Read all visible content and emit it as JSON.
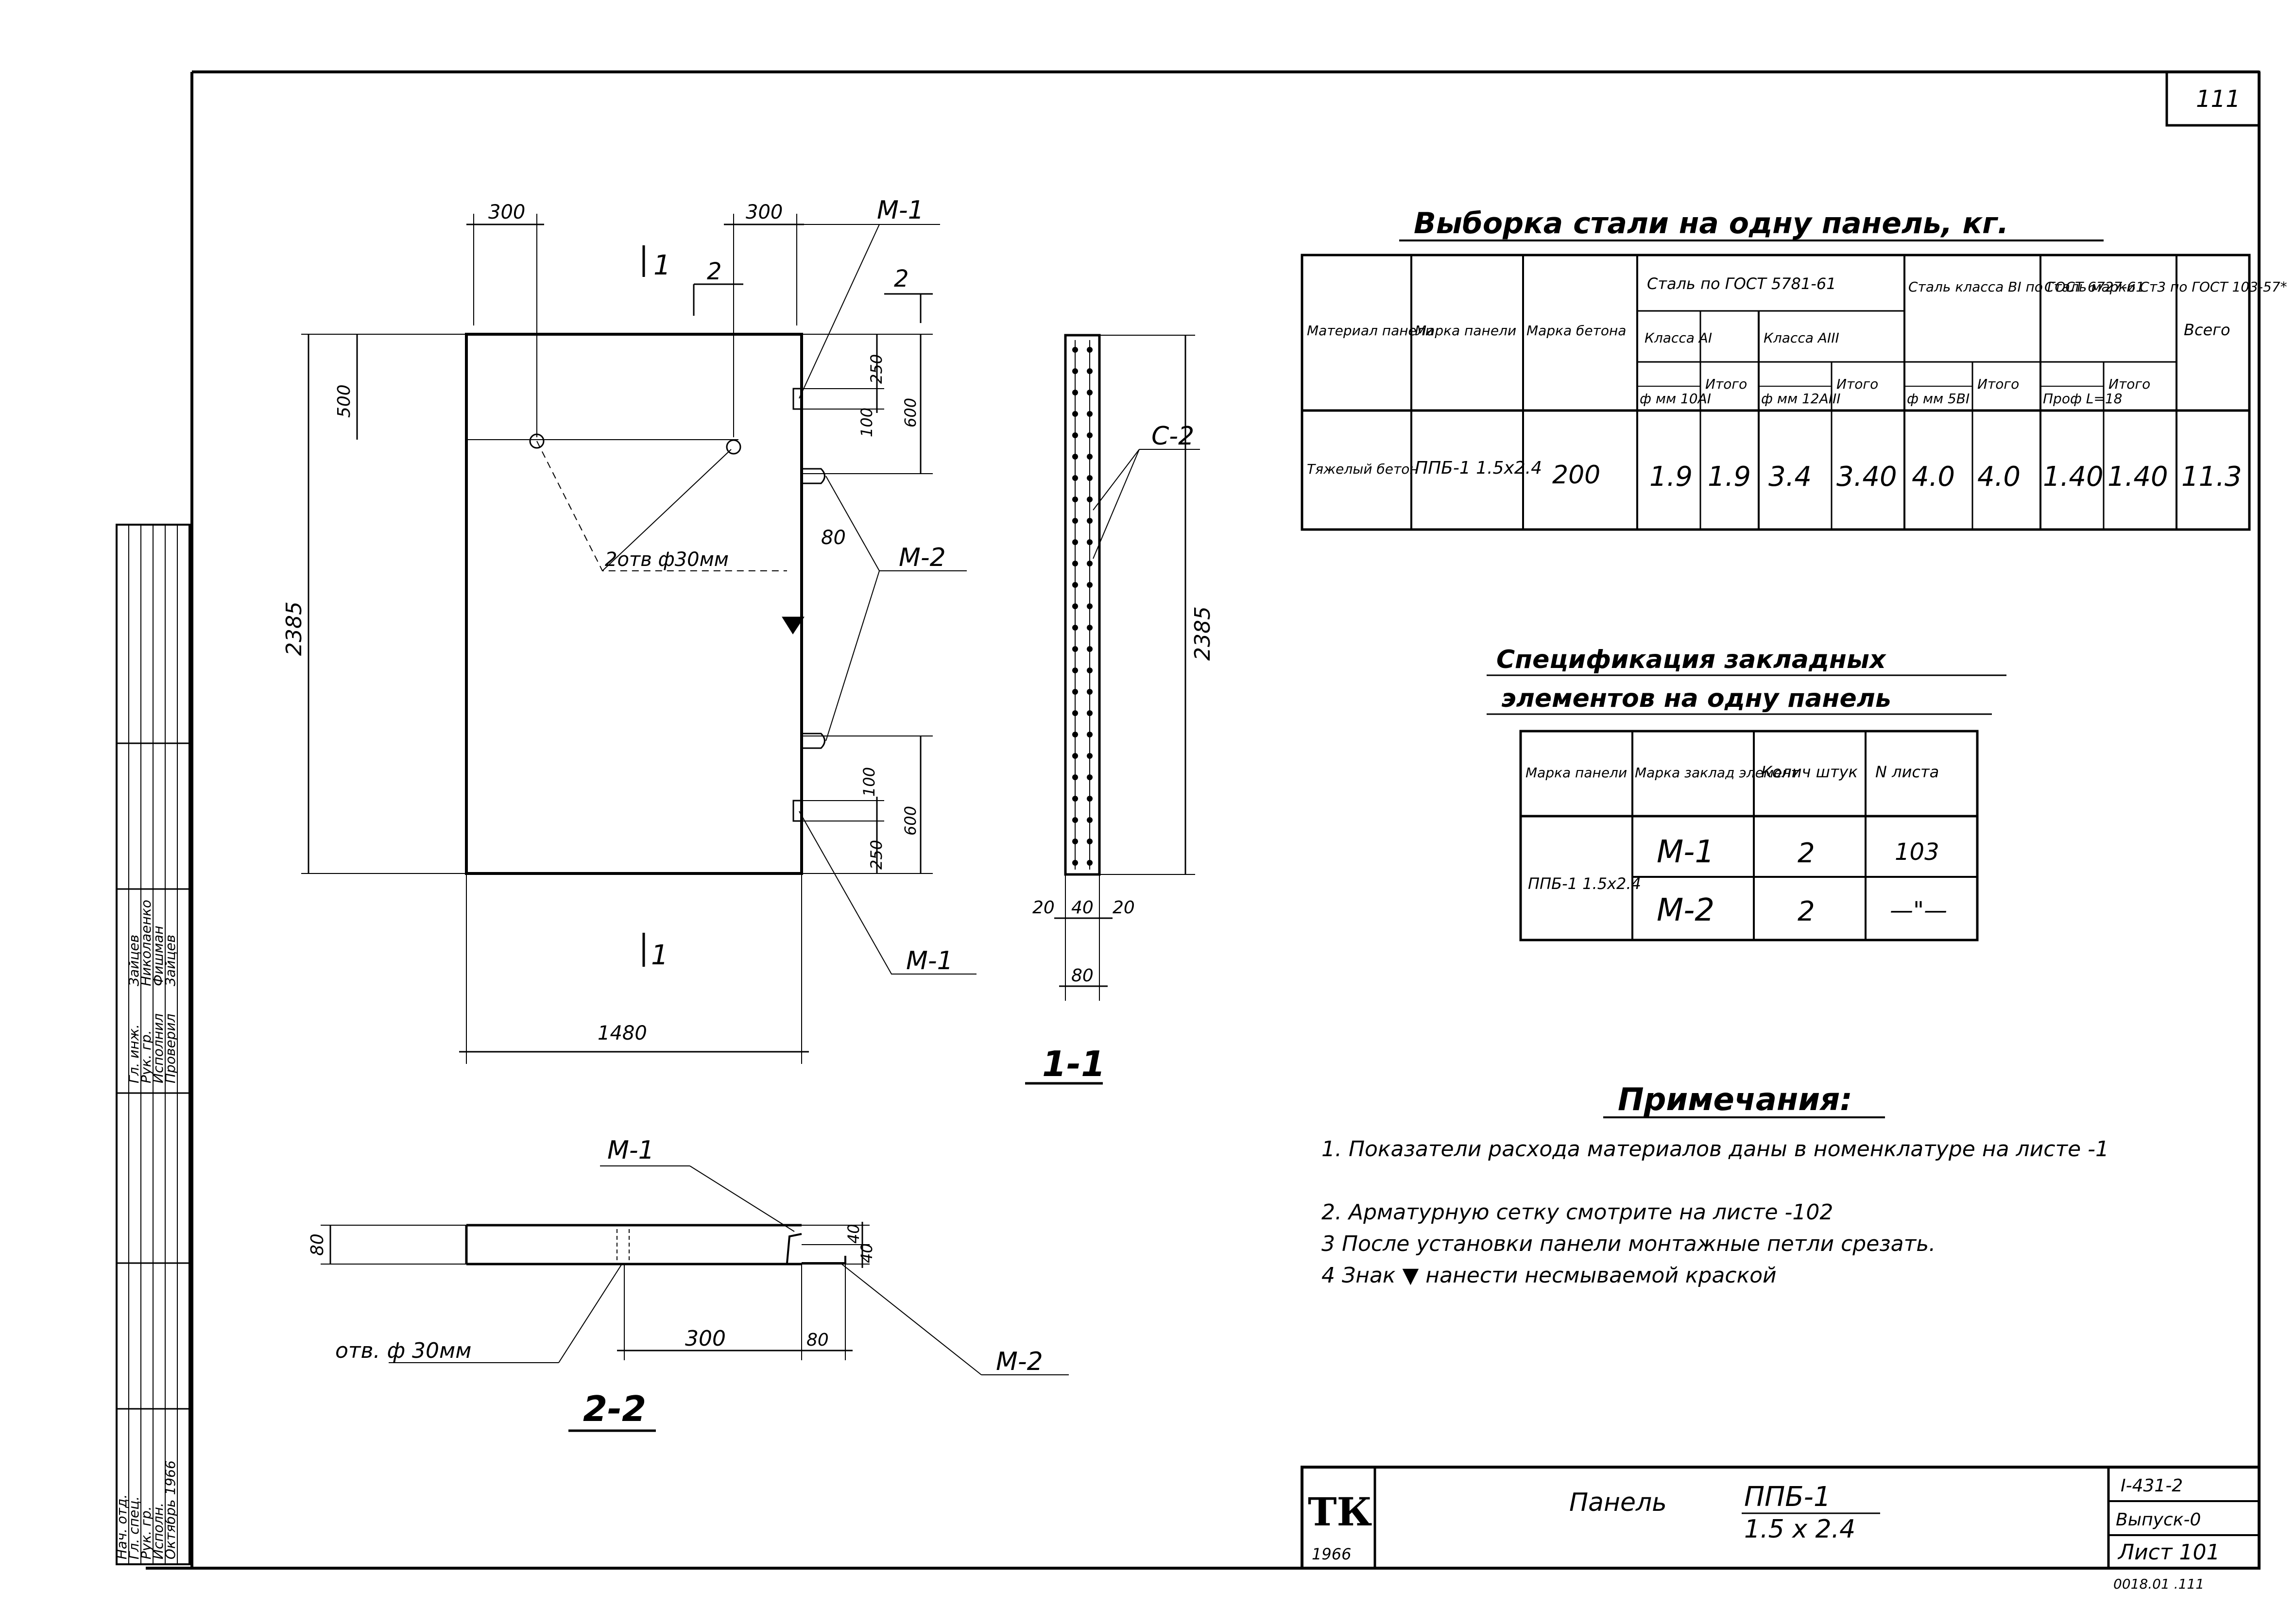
{
  "sheet_number_corner": "111",
  "left_view": {
    "dim_top_left": "300",
    "dim_top_right": "300",
    "mark_m1_top": "М-1",
    "section_mark_top": "1",
    "arrow_2_left": "2",
    "arrow_2_right": "2",
    "dim_500": "500",
    "dim_2385": "2385",
    "dim_600_top": "600",
    "dim_100_top": "100",
    "dim_250_top": "250",
    "holes_label": "2отв ф30мм",
    "dim_80": "80",
    "mark_m2": "М-2",
    "dim_100_bottom": "100",
    "dim_250_bottom": "250",
    "dim_600_bottom": "600",
    "section_mark_bottom": "1",
    "mark_m1_bottom": "М-1",
    "dim_1480": "1480"
  },
  "section_1_1": {
    "mark_c2": "С-2",
    "dim_2385": "2385",
    "dim_20_left": "20",
    "dim_40": "40",
    "dim_20_right": "20",
    "dim_80": "80",
    "title": "1-1"
  },
  "section_2_2": {
    "mark_m1": "М-1",
    "dim_80_left": "80",
    "dim_40_top": "40",
    "dim_40_bottom": "40",
    "hole_label": "отв. ф 30мм",
    "dim_300": "300",
    "dim_80_right": "80",
    "mark_m2": "М-2",
    "title": "2-2"
  },
  "steel_table": {
    "title": "Выборка стали на одну панель, кг.",
    "headers": {
      "material": "Материал панели",
      "panel_mark": "Марка панели",
      "concrete_mark": "Марка бетона",
      "steel_gost": "Сталь по ГОСТ 5781-61",
      "class_a1": "Класса АI",
      "class_a3": "Класса АIII",
      "steel_b1": "Сталь класса ВI по ГОСТ 6727-61",
      "steel_ct3": "Сталь марки Ст3 по ГОСТ 103-57*",
      "total": "Всего",
      "d_a1": "ф мм 10АI",
      "itogo1": "Итого",
      "d_a3": "ф мм 12АIII",
      "itogo2": "Итого",
      "d_b1": "ф мм 5ВI",
      "itogo3": "Итого",
      "prof": "Проф L=18",
      "itogo4": "Итого"
    },
    "row": {
      "material": "Тяжелый бетон",
      "panel_mark": "ППБ-1 1.5х2.4",
      "concrete_mark": "200",
      "a1": "1.9",
      "a1_total": "1.9",
      "a3": "3.4",
      "a3_total": "3.40",
      "b1": "4.0",
      "b1_total": "4.0",
      "ct3": "1.40",
      "ct3_total": "1.40",
      "grand_total": "11.3"
    }
  },
  "embedded_table": {
    "title_line1": "Спецификация закладных",
    "title_line2": "элементов на одну панель",
    "headers": [
      "Марка панели",
      "Марка заклад элемент",
      "Колич штук",
      "N листа"
    ],
    "panel": "ППБ-1 1.5х2.4",
    "rows": [
      {
        "element": "М-1",
        "qty": "2",
        "sheet": "103"
      },
      {
        "element": "М-2",
        "qty": "2",
        "sheet": "—\"—"
      }
    ]
  },
  "notes": {
    "title": "Примечания:",
    "items": [
      "1. Показатели расхода материалов даны в номенклатуре на листе -1",
      "2. Арматурную сетку смотрите на листе -102",
      "3 После установки панели монтажные петли срезать.",
      "4 Знак ▼ нанести несмываемой краской"
    ]
  },
  "title_block": {
    "logo": "ТК",
    "year": "1966",
    "name": "Панель",
    "panel": "ППБ-1",
    "size": "1.5 х 2.4",
    "series": "I-431-2",
    "issue": "Выпуск-0",
    "sheet": "Лист 101",
    "bottom_code": "0018.01 .111"
  },
  "side_stamp": {
    "rows": [
      [
        "Гл. инж.",
        "Зайцев",
        ""
      ],
      [
        "Рук. гр.",
        "Николаенко",
        ""
      ],
      [
        "Исполнил",
        "Фишман",
        ""
      ],
      [
        "Проверил",
        "Зайцев",
        ""
      ]
    ],
    "bottom_labels": [
      "Нач. отд.",
      "Гл. спец.",
      "Рук. гр.",
      "Исполн."
    ],
    "date": "Октябрь 1966"
  }
}
